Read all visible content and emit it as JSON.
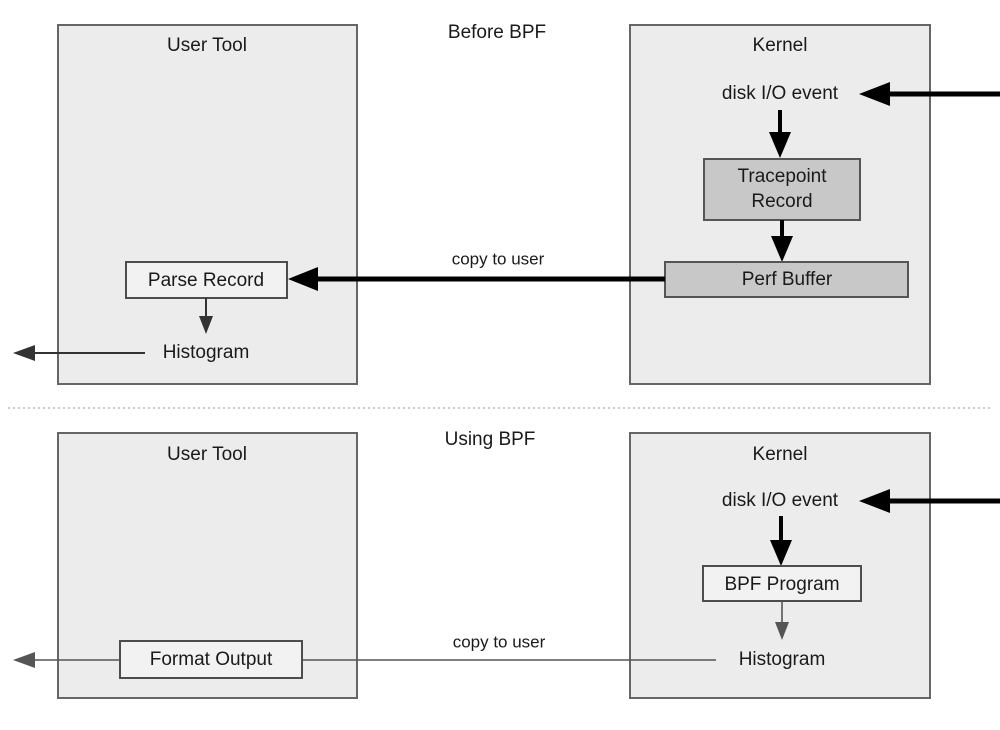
{
  "diagram": {
    "title_top": "Before BPF",
    "title_bottom": "Using BPF",
    "sections": [
      {
        "id": "before-bpf",
        "label": "Before BPF",
        "user_tool": {
          "label": "User Tool",
          "nodes": [
            {
              "id": "parse-record",
              "label": "Parse Record"
            },
            {
              "id": "histogram",
              "label": "Histogram"
            }
          ]
        },
        "kernel": {
          "label": "Kernel",
          "nodes": [
            {
              "id": "disk-io-event",
              "label": "disk I/O event"
            },
            {
              "id": "tracepoint-record",
              "label": "Tracepoint Record",
              "line1": "Tracepoint",
              "line2": "Record"
            },
            {
              "id": "perf-buffer",
              "label": "Perf Buffer"
            }
          ]
        },
        "edge_label": "copy to user"
      },
      {
        "id": "using-bpf",
        "label": "Using BPF",
        "user_tool": {
          "label": "User Tool",
          "nodes": [
            {
              "id": "format-output",
              "label": "Format Output"
            }
          ]
        },
        "kernel": {
          "label": "Kernel",
          "nodes": [
            {
              "id": "disk-io-event",
              "label": "disk I/O event"
            },
            {
              "id": "bpf-program",
              "label": "BPF Program"
            },
            {
              "id": "histogram",
              "label": "Histogram"
            }
          ]
        },
        "edge_label": "copy to user"
      }
    ],
    "colors": {
      "container_fill": "#ececec",
      "container_stroke": "#666666",
      "buffer_fill": "#c8c8c8",
      "box_fill": "#f2f2f2",
      "text": "#1a1a1a",
      "arrow": "#000000",
      "separator": "#cccccc"
    }
  }
}
